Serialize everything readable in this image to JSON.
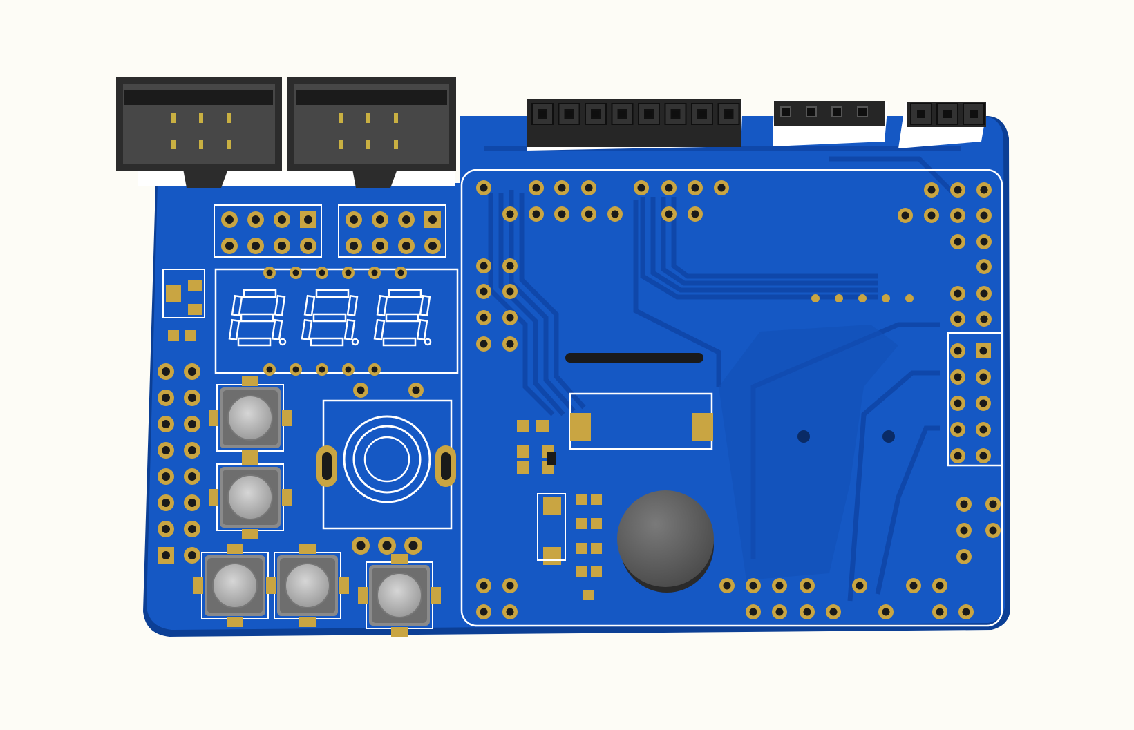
{
  "scene": {
    "subject": "pcb-3d-render",
    "background_color": "#fdfcf6",
    "board_color": "#1558c4",
    "board_trace_color": "#0f47a6",
    "silkscreen_color": "#ffffff",
    "pad_color": "#c9a542",
    "header_color": "#2b2b2b",
    "button_color": "#b8b8b8",
    "seven_segment_display": {
      "digit_count": 3,
      "digits": [
        "8.",
        "8.",
        "8."
      ]
    },
    "box_headers": {
      "count": 2,
      "pins_per_header": 6
    },
    "push_buttons": {
      "count": 5
    },
    "buzzer": {
      "count": 1
    },
    "joystick": {
      "count": 1
    },
    "fpc_connector": {
      "count": 1
    }
  }
}
